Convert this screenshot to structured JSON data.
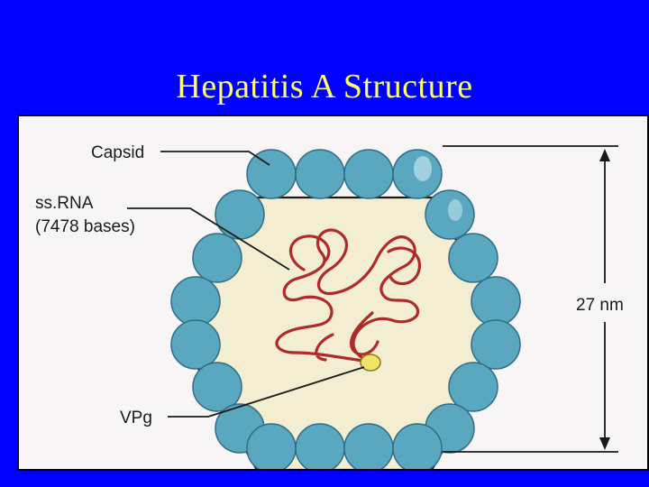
{
  "slide": {
    "title": "Hepatitis A Structure"
  },
  "diagram": {
    "labels": {
      "capsid": "Capsid",
      "ssrna_line1": "ss.RNA",
      "ssrna_line2": "(7478 bases)",
      "vpg": "VPg",
      "dimension": "27 nm"
    },
    "colors": {
      "background": "#0000ff",
      "title": "#ffff66",
      "capsomere": "#5aa8bf",
      "core": "#f3eed2",
      "rna": "#b02a2a",
      "vpg": "#f2e36a"
    }
  }
}
